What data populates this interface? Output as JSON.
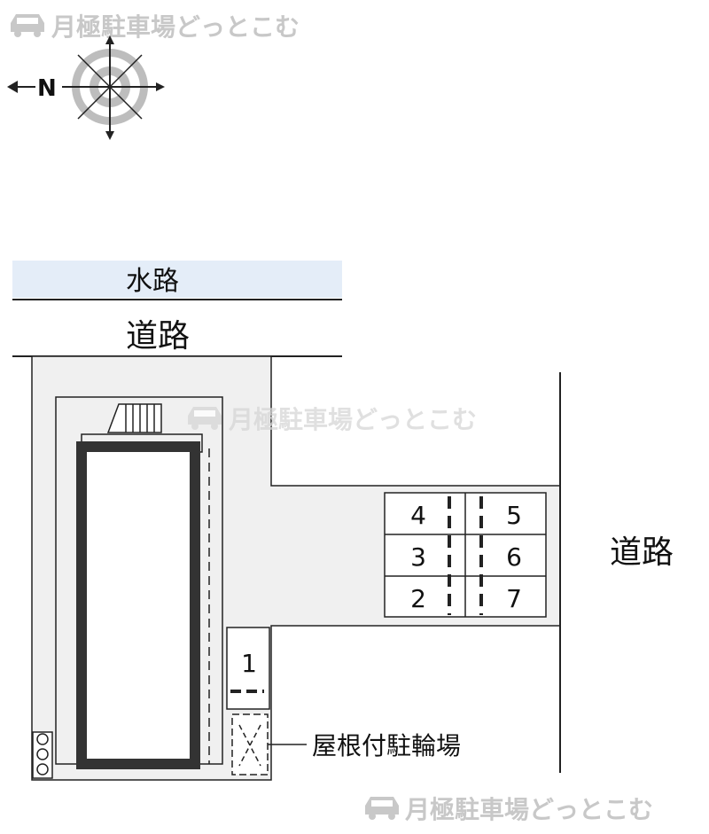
{
  "watermark": {
    "text": "月極駐車場どっとこむ",
    "icon": "car-icon"
  },
  "compass": {
    "label": "N",
    "icon": "compass-rose-icon"
  },
  "areas": {
    "waterway": "水路",
    "road_top": "道路",
    "road_right": "道路",
    "bicycle_parking": "屋根付駐輪場"
  },
  "parking_spaces": [
    "1",
    "2",
    "3",
    "4",
    "5",
    "6",
    "7"
  ],
  "colors": {
    "lot_fill": "#f0f0f0",
    "waterway_fill": "#e4edf8",
    "building_wall": "#333333",
    "line": "#222222",
    "watermark": "#c8c8c8"
  }
}
